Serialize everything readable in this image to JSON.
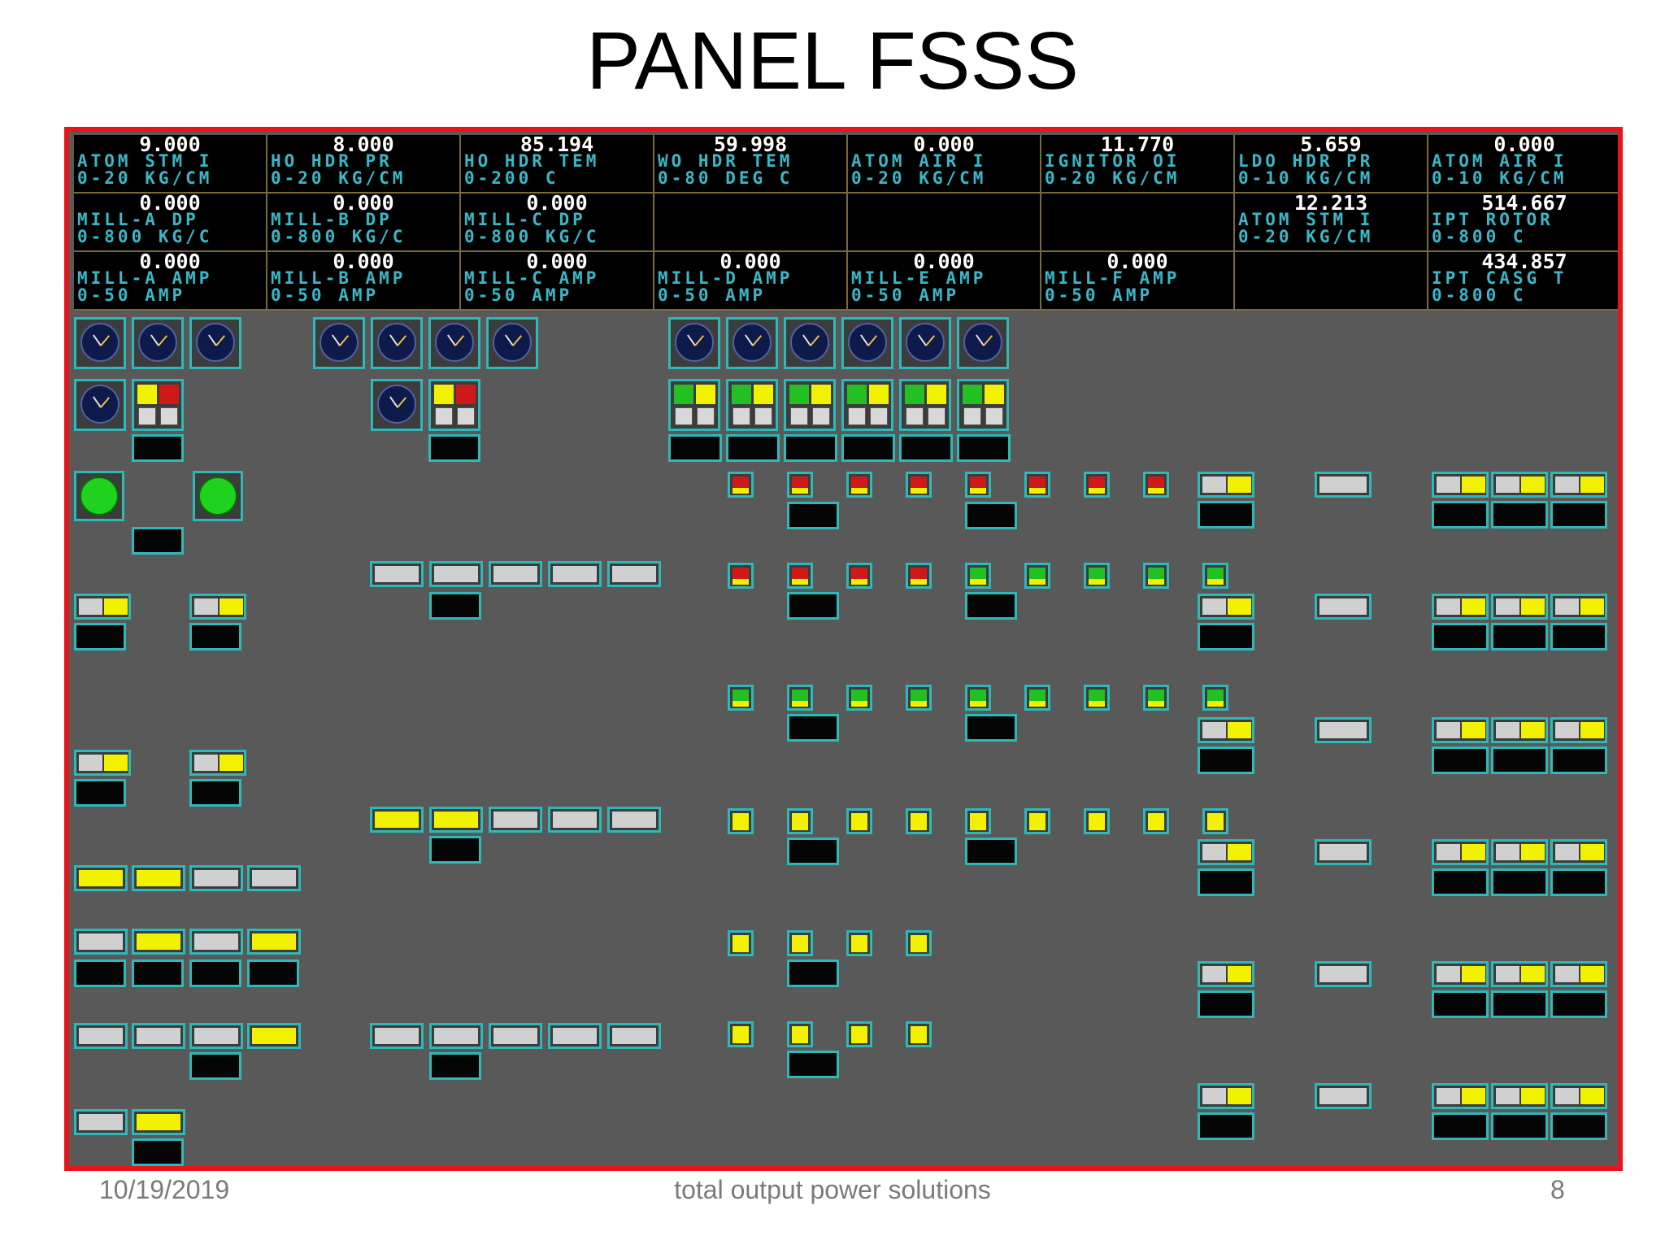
{
  "slide": {
    "title": "PANEL FSSS",
    "footer_date": "10/19/2019",
    "footer_center": "total output power solutions",
    "footer_page": "8"
  },
  "colors": {
    "frame": "#e8141c",
    "panel_bg": "#595959",
    "readout_bg": "#000000",
    "readout_label": "#38b8c8",
    "widget_border": "#2fb8b8",
    "lamp_on": "#1ed21e",
    "indicator_red": "#d01818",
    "indicator_green": "#22c022",
    "indicator_yellow": "#f2f200"
  },
  "readouts": {
    "row1": [
      {
        "value": "9.000",
        "label": "ATOM STM I",
        "range": "0-20 KG/CM"
      },
      {
        "value": "8.000",
        "label": "HO HDR PR",
        "range": "0-20 KG/CM"
      },
      {
        "value": "85.194",
        "label": "HO HDR TEM",
        "range": "0-200 C"
      },
      {
        "value": "59.998",
        "label": "WO HDR TEM",
        "range": "0-80 DEG C"
      },
      {
        "value": "0.000",
        "label": "ATOM AIR I",
        "range": "0-20 KG/CM"
      },
      {
        "value": "11.770",
        "label": "IGNITOR OI",
        "range": "0-20 KG/CM"
      },
      {
        "value": "5.659",
        "label": "LDO HDR PR",
        "range": "0-10 KG/CM"
      },
      {
        "value": "0.000",
        "label": "ATOM AIR I",
        "range": "0-10 KG/CM"
      }
    ],
    "row2": [
      {
        "value": "0.000",
        "label": "MILL-A DP",
        "range": "0-800 KG/C"
      },
      {
        "value": "0.000",
        "label": "MILL-B DP",
        "range": "0-800 KG/C"
      },
      {
        "value": "0.000",
        "label": "MILL-C DP",
        "range": "0-800 KG/C"
      },
      {
        "value": "",
        "label": "",
        "range": ""
      },
      {
        "value": "",
        "label": "",
        "range": ""
      },
      {
        "value": "",
        "label": "",
        "range": ""
      },
      {
        "value": "12.213",
        "label": "ATOM STM I",
        "range": "0-20 KG/CM"
      },
      {
        "value": "514.667",
        "label": "IPT ROTOR",
        "range": "0-800 C"
      }
    ],
    "row3": [
      {
        "value": "0.000",
        "label": "MILL-A AMP",
        "range": "0-50 AMP"
      },
      {
        "value": "0.000",
        "label": "MILL-B AMP",
        "range": "0-50 AMP"
      },
      {
        "value": "0.000",
        "label": "MILL-C AMP",
        "range": "0-50 AMP"
      },
      {
        "value": "0.000",
        "label": "MILL-D AMP",
        "range": "0-50 AMP"
      },
      {
        "value": "0.000",
        "label": "MILL-E AMP",
        "range": "0-50 AMP"
      },
      {
        "value": "0.000",
        "label": "MILL-F AMP",
        "range": "0-50 AMP"
      },
      {
        "value": "",
        "label": "",
        "range": ""
      },
      {
        "value": "434.857",
        "label": "IPT CASG T",
        "range": "0-800 C"
      }
    ]
  }
}
